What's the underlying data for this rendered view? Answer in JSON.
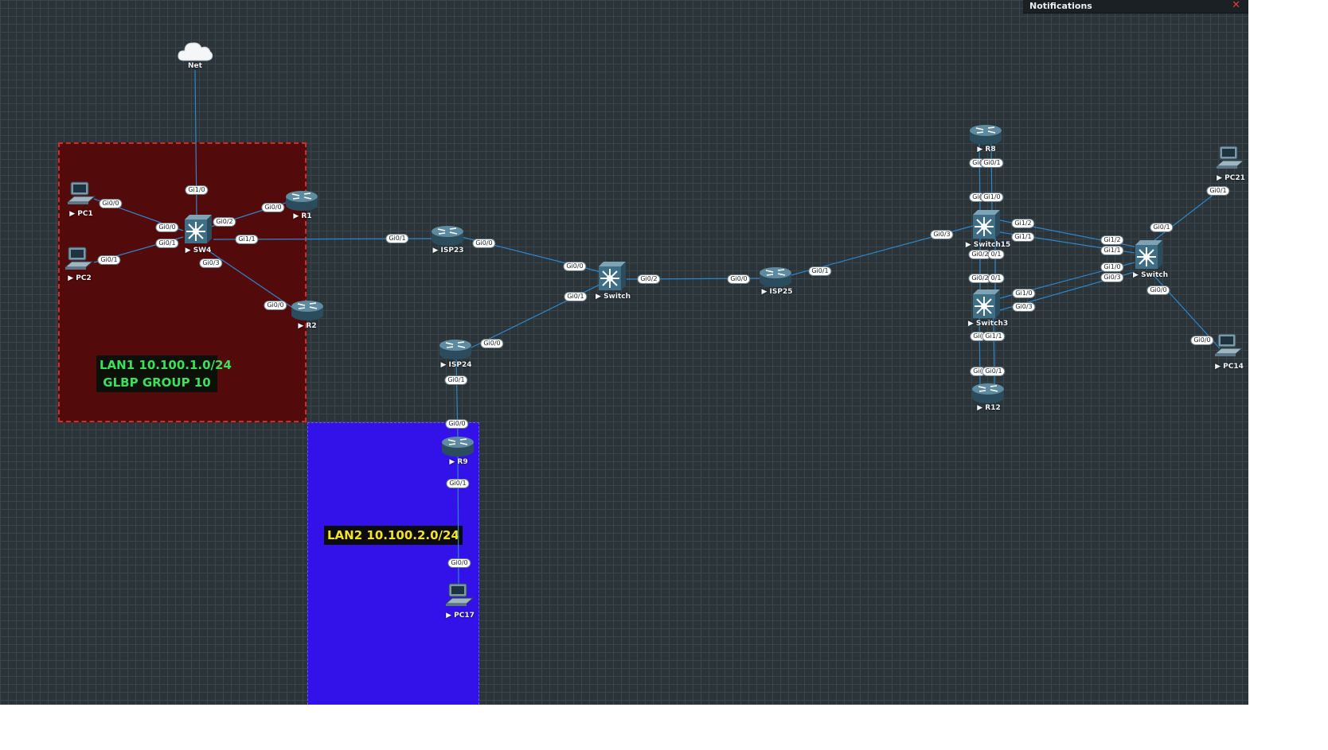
{
  "notifications": {
    "title": "Notifications",
    "close_glyph": "✕"
  },
  "zones": {
    "lan1": {
      "line1": "LAN1 10.100.1.0/24",
      "line2": "GLBP GROUP 10"
    },
    "lan2": {
      "line1": "LAN2 10.100.2.0/24"
    }
  },
  "nodes": {
    "net": {
      "label": "Net"
    },
    "pc1": {
      "label": "▶ PC1"
    },
    "pc2": {
      "label": "▶ PC2"
    },
    "sw4": {
      "label": "▶ SW4"
    },
    "r1": {
      "label": "▶ R1"
    },
    "r2": {
      "label": "▶ R2"
    },
    "isp23": {
      "label": "▶ ISP23"
    },
    "isp24": {
      "label": "▶ ISP24"
    },
    "switch_c": {
      "label": "▶ Switch"
    },
    "isp25": {
      "label": "▶ ISP25"
    },
    "r9": {
      "label": "▶ R9"
    },
    "pc17": {
      "label": "▶ PC17"
    },
    "r8": {
      "label": "▶ R8"
    },
    "switch15": {
      "label": "▶ Switch15"
    },
    "switch3": {
      "label": "▶ Switch3"
    },
    "r12": {
      "label": "▶ R12"
    },
    "switch_r": {
      "label": "▶ Switch"
    },
    "pc21": {
      "label": "▶ PC21"
    },
    "pc14": {
      "label": "▶ PC14"
    }
  },
  "ports": {
    "p1": "Gi1/0",
    "p2": "Gi0/0",
    "p3": "Gi0/0",
    "p4": "Gi0/1",
    "p5": "Gi0/1",
    "p6": "Gi0/2",
    "p7": "Gi0/0",
    "p8": "Gi1/1",
    "p9": "Gi0/3",
    "p10": "Gi0/0",
    "p11": "Gi0/1",
    "p12": "Gi0/0",
    "p13": "Gi0/0",
    "p14": "Gi0/1",
    "p15": "Gi0/0",
    "p16": "Gi0/2",
    "p17": "Gi0/0",
    "p18": "Gi0/1",
    "p19": "Gi0/3",
    "p20": "Gi0/1",
    "p21": "Gi0/0",
    "p22": "Gi0/1",
    "p23": "Gi0/0",
    "p24": "Gi(",
    "p25": "Gi0/1",
    "p26": "Gi(",
    "p27": "Gi1/0",
    "p28": "Gi1/2",
    "p29": "Gi1/1",
    "p30": "Gi0/2",
    "p31": "0/1",
    "p32": "Gi0/2",
    "p33": "0/1",
    "p34": "Gi1/0",
    "p35": "Gi0/3",
    "p36": "Gi(",
    "p37": "Gi1/1",
    "p38": "Gi(",
    "p39": "Gi0/1",
    "p40": "Gi1/2",
    "p41": "Gi1/1",
    "p42": "Gi1/0",
    "p43": "Gi0/3",
    "p44": "Gi0/1",
    "p45": "Gi0/1",
    "p46": "Gi0/0",
    "p47": "Gi0/0"
  },
  "colors": {
    "canvas": "#2a3439",
    "grid": "#3a464c",
    "link": "#2f86c9",
    "lan1_fill": "#520a0a",
    "lan1_border": "#d42a2a",
    "lan2_fill": "#3312ea",
    "lan1_text": "#3ee05a",
    "lan2_text": "#f4e324",
    "device": "#3f6f86"
  }
}
